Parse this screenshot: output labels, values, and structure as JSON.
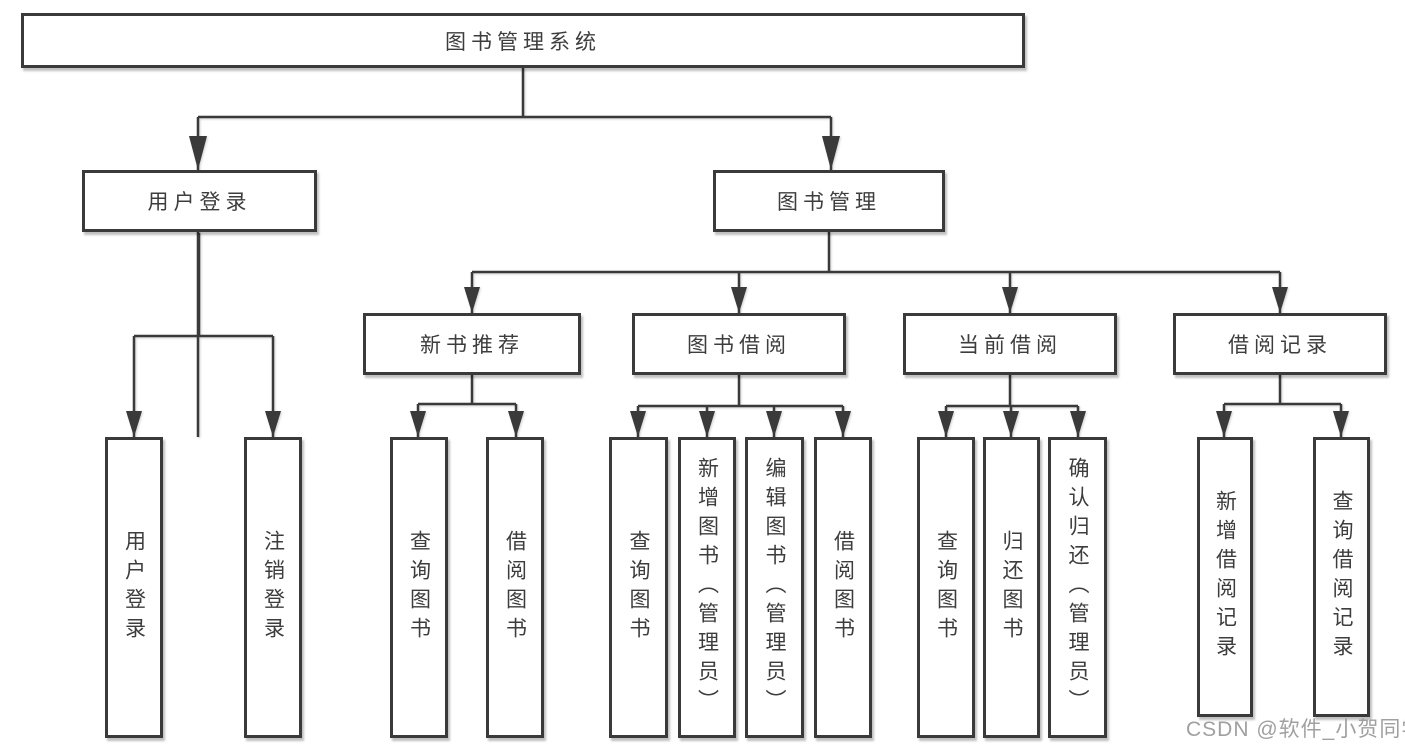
{
  "tree": {
    "root": {
      "label": "图书管理系统"
    },
    "branches": [
      {
        "label": "用户登录",
        "children": [
          {
            "label": "用户登录"
          },
          {
            "label": "注销登录"
          }
        ]
      },
      {
        "label": "图书管理",
        "children": [
          {
            "label": "新书推荐",
            "children": [
              {
                "label": "查询图书"
              },
              {
                "label": "借阅图书"
              }
            ]
          },
          {
            "label": "图书借阅",
            "children": [
              {
                "label": "查询图书"
              },
              {
                "label": "新增图书（管理员）"
              },
              {
                "label": "编辑图书（管理员）"
              },
              {
                "label": "借阅图书"
              }
            ]
          },
          {
            "label": "当前借阅",
            "children": [
              {
                "label": "查询图书"
              },
              {
                "label": "归还图书"
              },
              {
                "label": "确认归还（管理员）"
              }
            ]
          },
          {
            "label": "借阅记录",
            "children": [
              {
                "label": "新增借阅记录"
              },
              {
                "label": "查询借阅记录"
              }
            ]
          }
        ]
      }
    ]
  },
  "watermark": {
    "text": "CSDN @软件_小贺同学"
  },
  "colors": {
    "background": "#ffffff",
    "line": "#3a3a3a",
    "box_border": "#3a3a3a",
    "box_fill": "#ffffff",
    "text": "#3d3d3d",
    "watermark": "#a0a0a0"
  }
}
